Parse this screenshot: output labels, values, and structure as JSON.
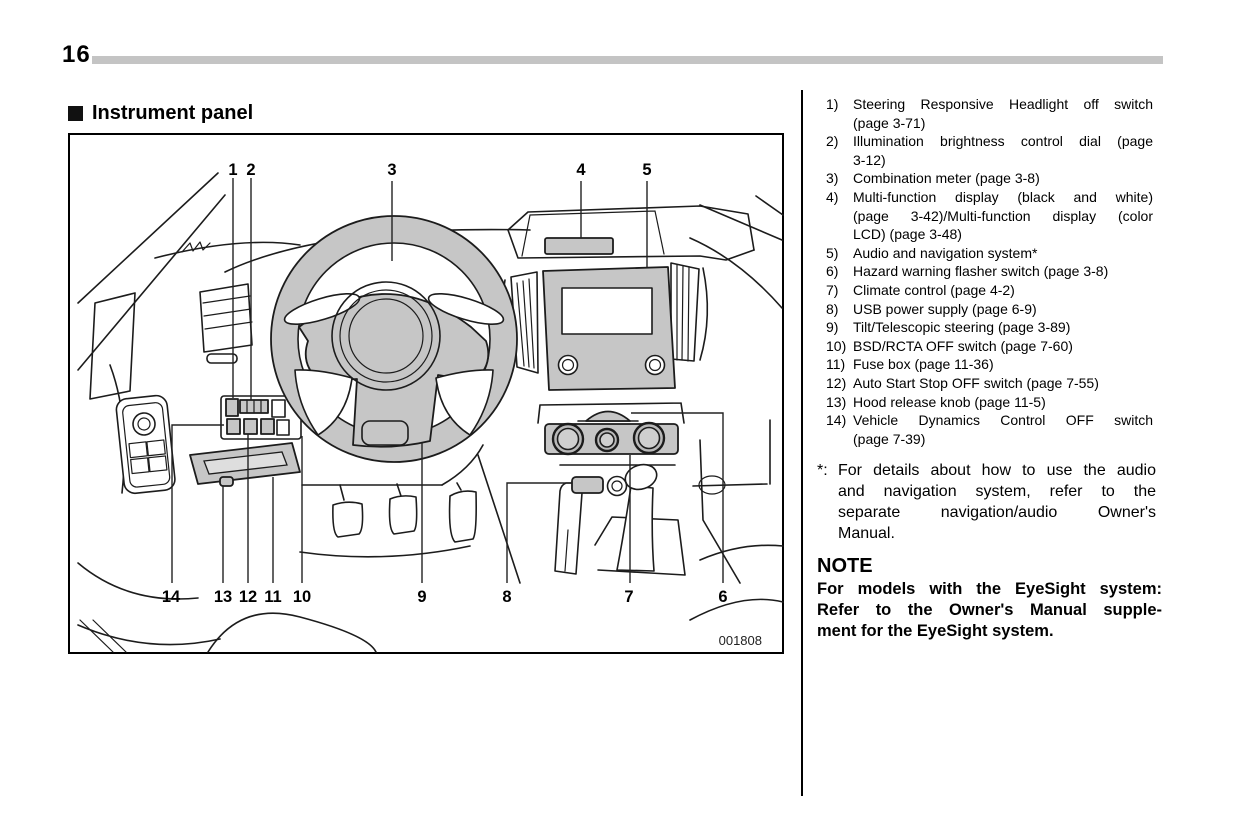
{
  "page": {
    "number": "16"
  },
  "section": {
    "title": "Instrument panel"
  },
  "figure": {
    "code": "001808",
    "callouts": {
      "c1": "1",
      "c2": "2",
      "c3": "3",
      "c4": "4",
      "c5": "5",
      "c6": "6",
      "c7": "7",
      "c8": "8",
      "c9": "9",
      "c10": "10",
      "c11": "11",
      "c12": "12",
      "c13": "13",
      "c14": "14"
    }
  },
  "legend": {
    "items": [
      {
        "num": "1)",
        "l1": "Steering Responsive Headlight off switch",
        "l2": "(page 3-71)"
      },
      {
        "num": "2)",
        "l1": "Illumination brightness control dial (page",
        "l2": "3-12)"
      },
      {
        "num": "3)",
        "l1": "Combination meter (page 3-8)"
      },
      {
        "num": "4)",
        "l1": "Multi-function display (black and white)",
        "l2": "(page 3-42)/Multi-function display (color",
        "l3": "LCD) (page 3-48)"
      },
      {
        "num": "5)",
        "l1": "Audio and navigation system*"
      },
      {
        "num": "6)",
        "l1": "Hazard warning flasher switch (page 3-8)"
      },
      {
        "num": "7)",
        "l1": "Climate control (page 4-2)"
      },
      {
        "num": "8)",
        "l1": "USB power supply (page 6-9)"
      },
      {
        "num": "9)",
        "l1": "Tilt/Telescopic steering (page 3-89)"
      },
      {
        "num": "10)",
        "l1": "BSD/RCTA OFF switch (page 7-60)"
      },
      {
        "num": "11)",
        "l1": "Fuse box (page 11-36)"
      },
      {
        "num": "12)",
        "l1": "Auto Start Stop OFF switch (page 7-55)"
      },
      {
        "num": "13)",
        "l1": "Hood release knob (page 11-5)"
      },
      {
        "num": "14)",
        "l1": "Vehicle Dynamics Control OFF switch",
        "l2": "(page 7-39)"
      }
    ]
  },
  "footnote": {
    "marker": "*:",
    "lines": [
      "For details about how to use the audio",
      "and navigation system, refer to the",
      "separate navigation/audio Owner's",
      "Manual."
    ]
  },
  "note": {
    "heading": "NOTE",
    "lines": [
      "For models with the EyeSight system:",
      "Refer to the Owner's Manual supple-",
      "ment for the EyeSight system."
    ]
  }
}
